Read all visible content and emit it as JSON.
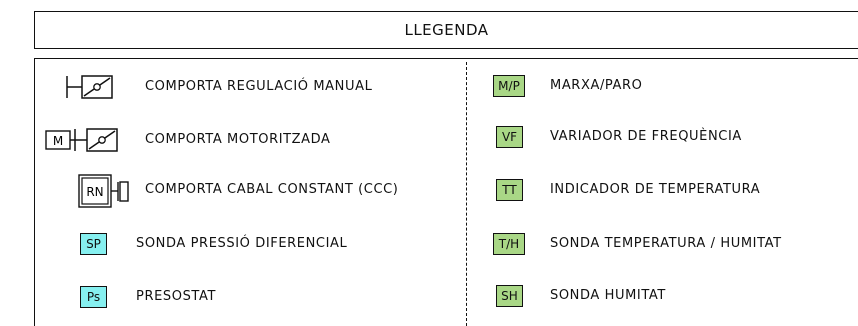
{
  "legend": {
    "title": "LLEGENDA",
    "left": [
      {
        "symbol": "damper-manual-icon",
        "label": "COMPORTA REGULACIÓ MANUAL"
      },
      {
        "symbol": "damper-motorized-icon",
        "symbol_text": "M",
        "label": "COMPORTA MOTORITZADA"
      },
      {
        "symbol": "constant-flow-damper-icon",
        "symbol_text": "RN",
        "label": "COMPORTA CABAL CONSTANT (CCC)"
      },
      {
        "badge": "SP",
        "label": "SONDA PRESSIÓ DIFERENCIAL"
      },
      {
        "badge": "Ps",
        "label": "PRESOSTAT"
      }
    ],
    "right": [
      {
        "badge": "M/P",
        "label": "MARXA/PARO"
      },
      {
        "badge": "VF",
        "label": "VARIADOR DE FREQUÈNCIA"
      },
      {
        "badge": "TT",
        "label": "INDICADOR DE TEMPERATURA"
      },
      {
        "badge": "T/H",
        "label": "SONDA TEMPERATURA / HUMITAT"
      },
      {
        "badge": "SH",
        "label": "SONDA HUMITAT"
      }
    ],
    "colors": {
      "sensor_badge": "#86f0f0",
      "control_badge": "#a9d786",
      "line": "#111111"
    }
  }
}
